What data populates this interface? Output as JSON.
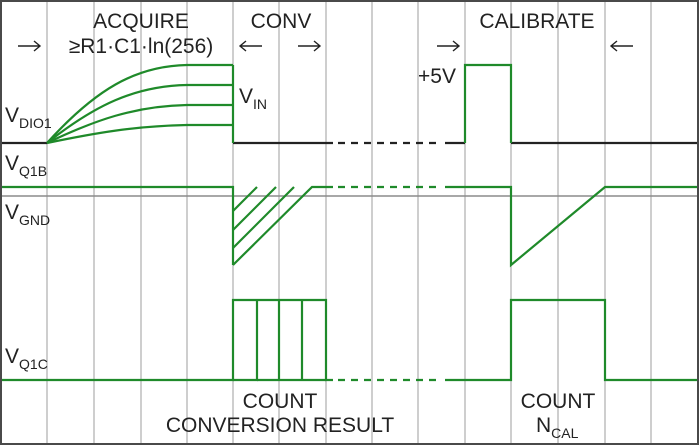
{
  "colors": {
    "background": "#ffffff",
    "frame": "#4a4a4a",
    "grid": "#b3b3b3",
    "trace_green": "#1f8a2a",
    "trace_dio1": "#222222",
    "text": "#222222"
  },
  "phases": {
    "acquire": "ACQUIRE",
    "acquire_time": "≥R1·C1·ln(256)",
    "conv": "CONV",
    "calibrate": "CALIBRATE"
  },
  "signals": {
    "dio1": {
      "main": "V",
      "sub": "DIO1"
    },
    "q1b": {
      "main": "V",
      "sub": "Q1B"
    },
    "gnd": {
      "main": "V",
      "sub": "GND"
    },
    "q1c": {
      "main": "V",
      "sub": "Q1C"
    }
  },
  "annotations": {
    "vin": {
      "main": "V",
      "sub": "IN"
    },
    "plus5v": "+5V",
    "count_left": "COUNT",
    "conversion_result": "CONVERSION RESULT",
    "count_right": "COUNT",
    "ncal": {
      "main": "N",
      "sub": "CAL"
    }
  },
  "icons": {
    "phase_arrows": "arrow-icon",
    "waveform": "timing-trace-icon"
  }
}
